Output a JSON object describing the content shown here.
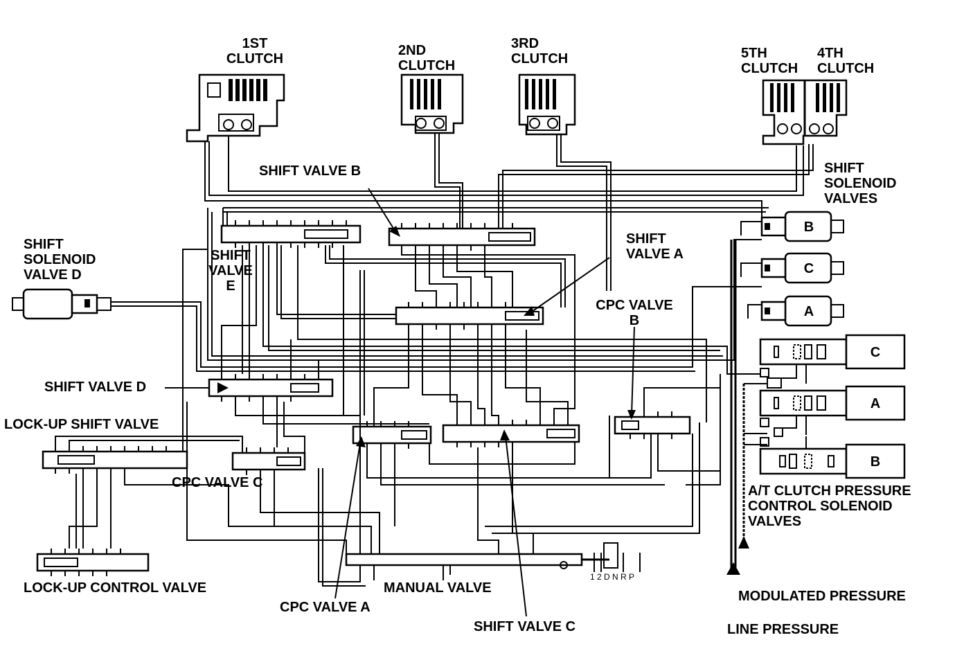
{
  "labels": {
    "clutch_1st": [
      "1ST",
      "CLUTCH"
    ],
    "clutch_2nd": [
      "2ND",
      "CLUTCH"
    ],
    "clutch_3rd": [
      "3RD",
      "CLUTCH"
    ],
    "clutch_5th": [
      "5TH",
      "CLUTCH"
    ],
    "clutch_4th": [
      "4TH",
      "CLUTCH"
    ],
    "shift_valve_b": "SHIFT VALVE B",
    "shift_solenoid_valves": [
      "SHIFT",
      "SOLENOID",
      "VALVES"
    ],
    "shift_solenoid_valve_d": [
      "SHIFT",
      "SOLENOID",
      "VALVE D"
    ],
    "shift_valve_e": [
      "SHIFT",
      "VALVE",
      "E"
    ],
    "shift_valve_a": [
      "SHIFT",
      "VALVE A"
    ],
    "cpc_valve_b": [
      "CPC VALVE",
      "B"
    ],
    "shift_valve_d": "SHIFT VALVE D",
    "lock_up_shift_valve": "LOCK-UP SHIFT VALVE",
    "cpc_valve_c": "CPC VALVE C",
    "lock_up_control_valve": "LOCK-UP CONTROL VALVE",
    "manual_valve": "MANUAL VALVE",
    "cpc_valve_a": "CPC VALVE A",
    "shift_valve_c": "SHIFT VALVE C",
    "at_clutch_pressure": [
      "A/T CLUTCH PRESSURE",
      "CONTROL SOLENOID",
      "VALVES"
    ],
    "modulated_pressure": "MODULATED PRESSURE",
    "line_pressure": "LINE PRESSURE",
    "manual_positions": "1 2 D N R   P"
  },
  "shift_solenoids": [
    "B",
    "C",
    "A"
  ],
  "pressure_solenoids": [
    "C",
    "A",
    "B"
  ]
}
